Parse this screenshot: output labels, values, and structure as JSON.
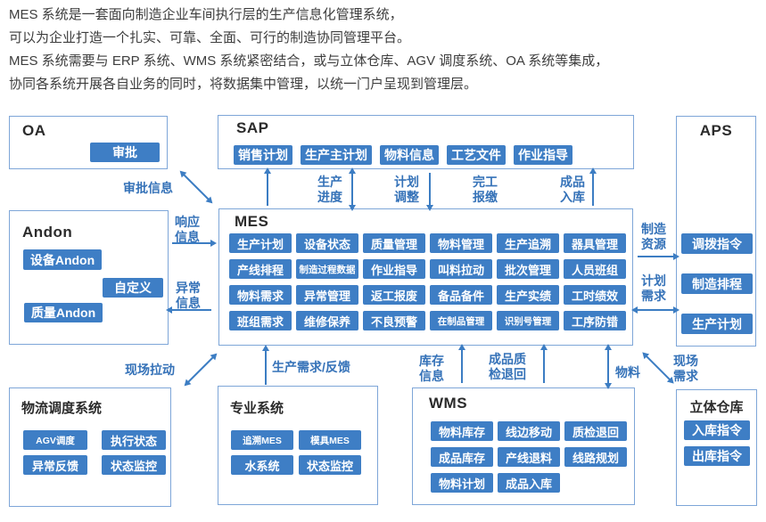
{
  "intro": {
    "lines": [
      "MES 系统是一套面向制造企业车间执行层的生产信息化管理系统，",
      "可以为企业打造一个扎实、可靠、全面、可行的制造协同管理平台。",
      "MES 系统需要与 ERP 系统、WMS 系统紧密结合，或与立体仓库、AGV 调度系统、OA 系统等集成，",
      "协同各系统开展各自业务的同时，将数据集中管理，以统一门户呈现到管理层。"
    ]
  },
  "colors": {
    "chip_blue": "#3e7ec5",
    "box_border_blue": "#7ea6d8",
    "flow_label_blue": "#3572b8",
    "title_dark": "#2b2b2b"
  },
  "boxes": {
    "oa": {
      "title": "OA",
      "items": [
        "审批"
      ]
    },
    "sap": {
      "title": "SAP",
      "items": [
        "销售计划",
        "生产主计划",
        "物料信息",
        "工艺文件",
        "作业指导"
      ]
    },
    "aps": {
      "title": "APS",
      "items": [
        "调拨指令",
        "制造排程",
        "生产计划"
      ]
    },
    "andon": {
      "title": "Andon",
      "items": [
        "设备Andon",
        "自定义",
        "质量Andon"
      ]
    },
    "mes": {
      "title": "MES",
      "items": [
        "生产计划",
        "设备状态",
        "质量管理",
        "物料管理",
        "生产追溯",
        "器具管理",
        "产线排程",
        "制造过程数据",
        "作业指导",
        "叫料拉动",
        "批次管理",
        "人员班组",
        "物料需求",
        "异常管理",
        "返工报废",
        "备品备件",
        "生产实绩",
        "工时绩效",
        "班组需求",
        "维修保养",
        "不良预警",
        "在制品管理",
        "识别号管理",
        "工序防错"
      ]
    },
    "logistics": {
      "title": "物流调度系统",
      "items": [
        "AGV调度",
        "执行状态",
        "异常反馈",
        "状态监控"
      ]
    },
    "special": {
      "title": "专业系统",
      "items": [
        "追溯MES",
        "模具MES",
        "水系统",
        "状态监控"
      ]
    },
    "wms": {
      "title": "WMS",
      "items": [
        "物料库存",
        "线边移动",
        "质检退回",
        "成品库存",
        "产线退料",
        "线路规划",
        "物料计划",
        "成品入库"
      ]
    },
    "warehouse": {
      "title": "立体仓库",
      "items": [
        "入库指令",
        "出库指令"
      ]
    }
  },
  "flows": {
    "approval_info": "审批信息",
    "production_progress": "生产进度",
    "plan_adjust": "计划调整",
    "completion_report": "完工报缴",
    "finished_inbound": "成品入库",
    "response_info": "响应信息",
    "exception_info": "异常信息",
    "mfg_resource": "制造资源",
    "plan_demand": "计划需求",
    "site_pull": "现场拉动",
    "production_demand": "生产需求/反馈",
    "inventory_info": "库存信息",
    "quality_return": "成品质检退回",
    "material": "物料",
    "site_demand": "现场需求"
  }
}
